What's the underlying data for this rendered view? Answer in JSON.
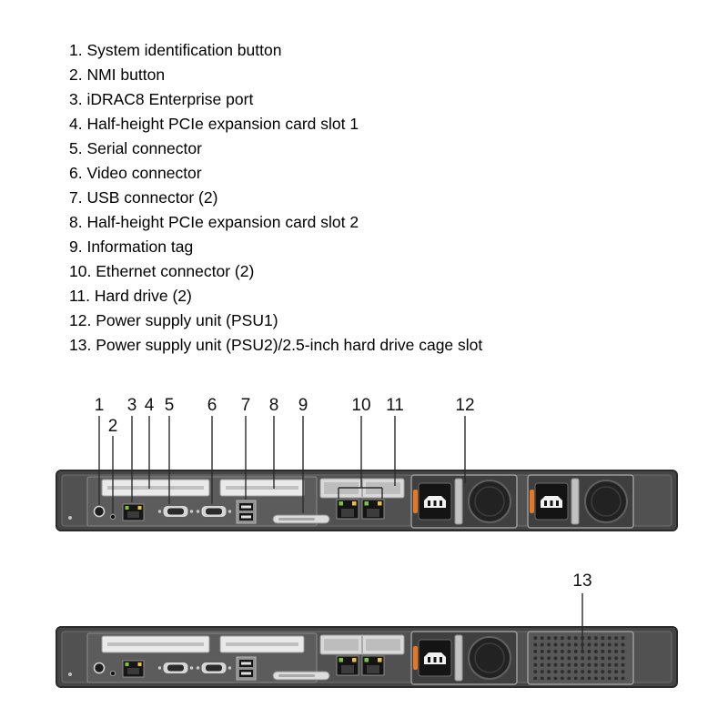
{
  "legend": {
    "items": [
      "1. System identification button",
      "2. NMI button",
      "3. iDRAC8 Enterprise port",
      "4. Half-height PCIe expansion card slot 1",
      "5. Serial connector",
      "6. Video connector",
      "7. USB connector (2)",
      "8. Half-height PCIe expansion card slot 2",
      "9. Information tag",
      "10. Ethernet connector (2)",
      "11. Hard drive (2)",
      "12. Power supply unit (PSU1)",
      "13. Power supply unit (PSU2)/2.5-inch hard drive cage slot"
    ]
  },
  "callouts": {
    "nums": [
      "1",
      "2",
      "3",
      "4",
      "5",
      "6",
      "7",
      "8",
      "9",
      "10",
      "11",
      "12",
      "13"
    ]
  },
  "colors": {
    "chassis_dark": "#454545",
    "chassis_inner": "#515151",
    "led_green": "#7dc242",
    "led_amber": "#e8c33a",
    "psu_latch_orange": "#e87722"
  }
}
